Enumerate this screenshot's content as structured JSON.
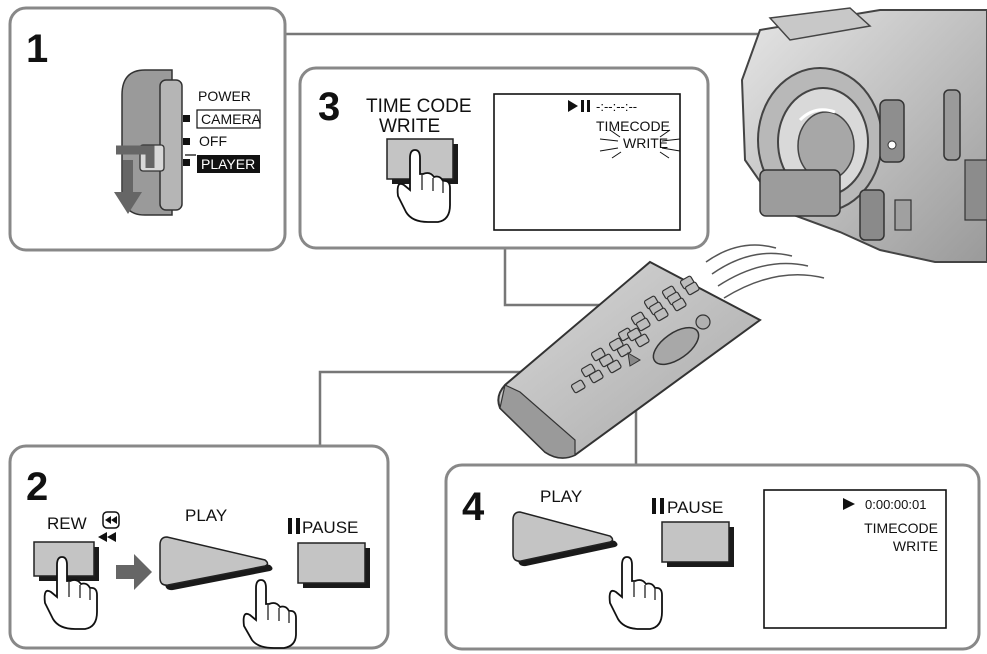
{
  "steps": [
    {
      "number": "1",
      "switch": {
        "title": "POWER",
        "positions": [
          "CAMERA",
          "OFF",
          "PLAYER"
        ],
        "selected": "PLAYER"
      }
    },
    {
      "number": "2",
      "rew_label": "REW",
      "play_label": "PLAY",
      "pause_label": "PAUSE"
    },
    {
      "number": "3",
      "button_label_line1": "TIME CODE",
      "button_label_line2": "WRITE",
      "screen": {
        "status": "-:--:--:--",
        "line1": "TIMECODE",
        "line2": "WRITE"
      }
    },
    {
      "number": "4",
      "play_label": "PLAY",
      "pause_label": "PAUSE",
      "screen": {
        "status": "0:00:00:01",
        "line1": "TIMECODE",
        "line2": "WRITE"
      }
    }
  ]
}
